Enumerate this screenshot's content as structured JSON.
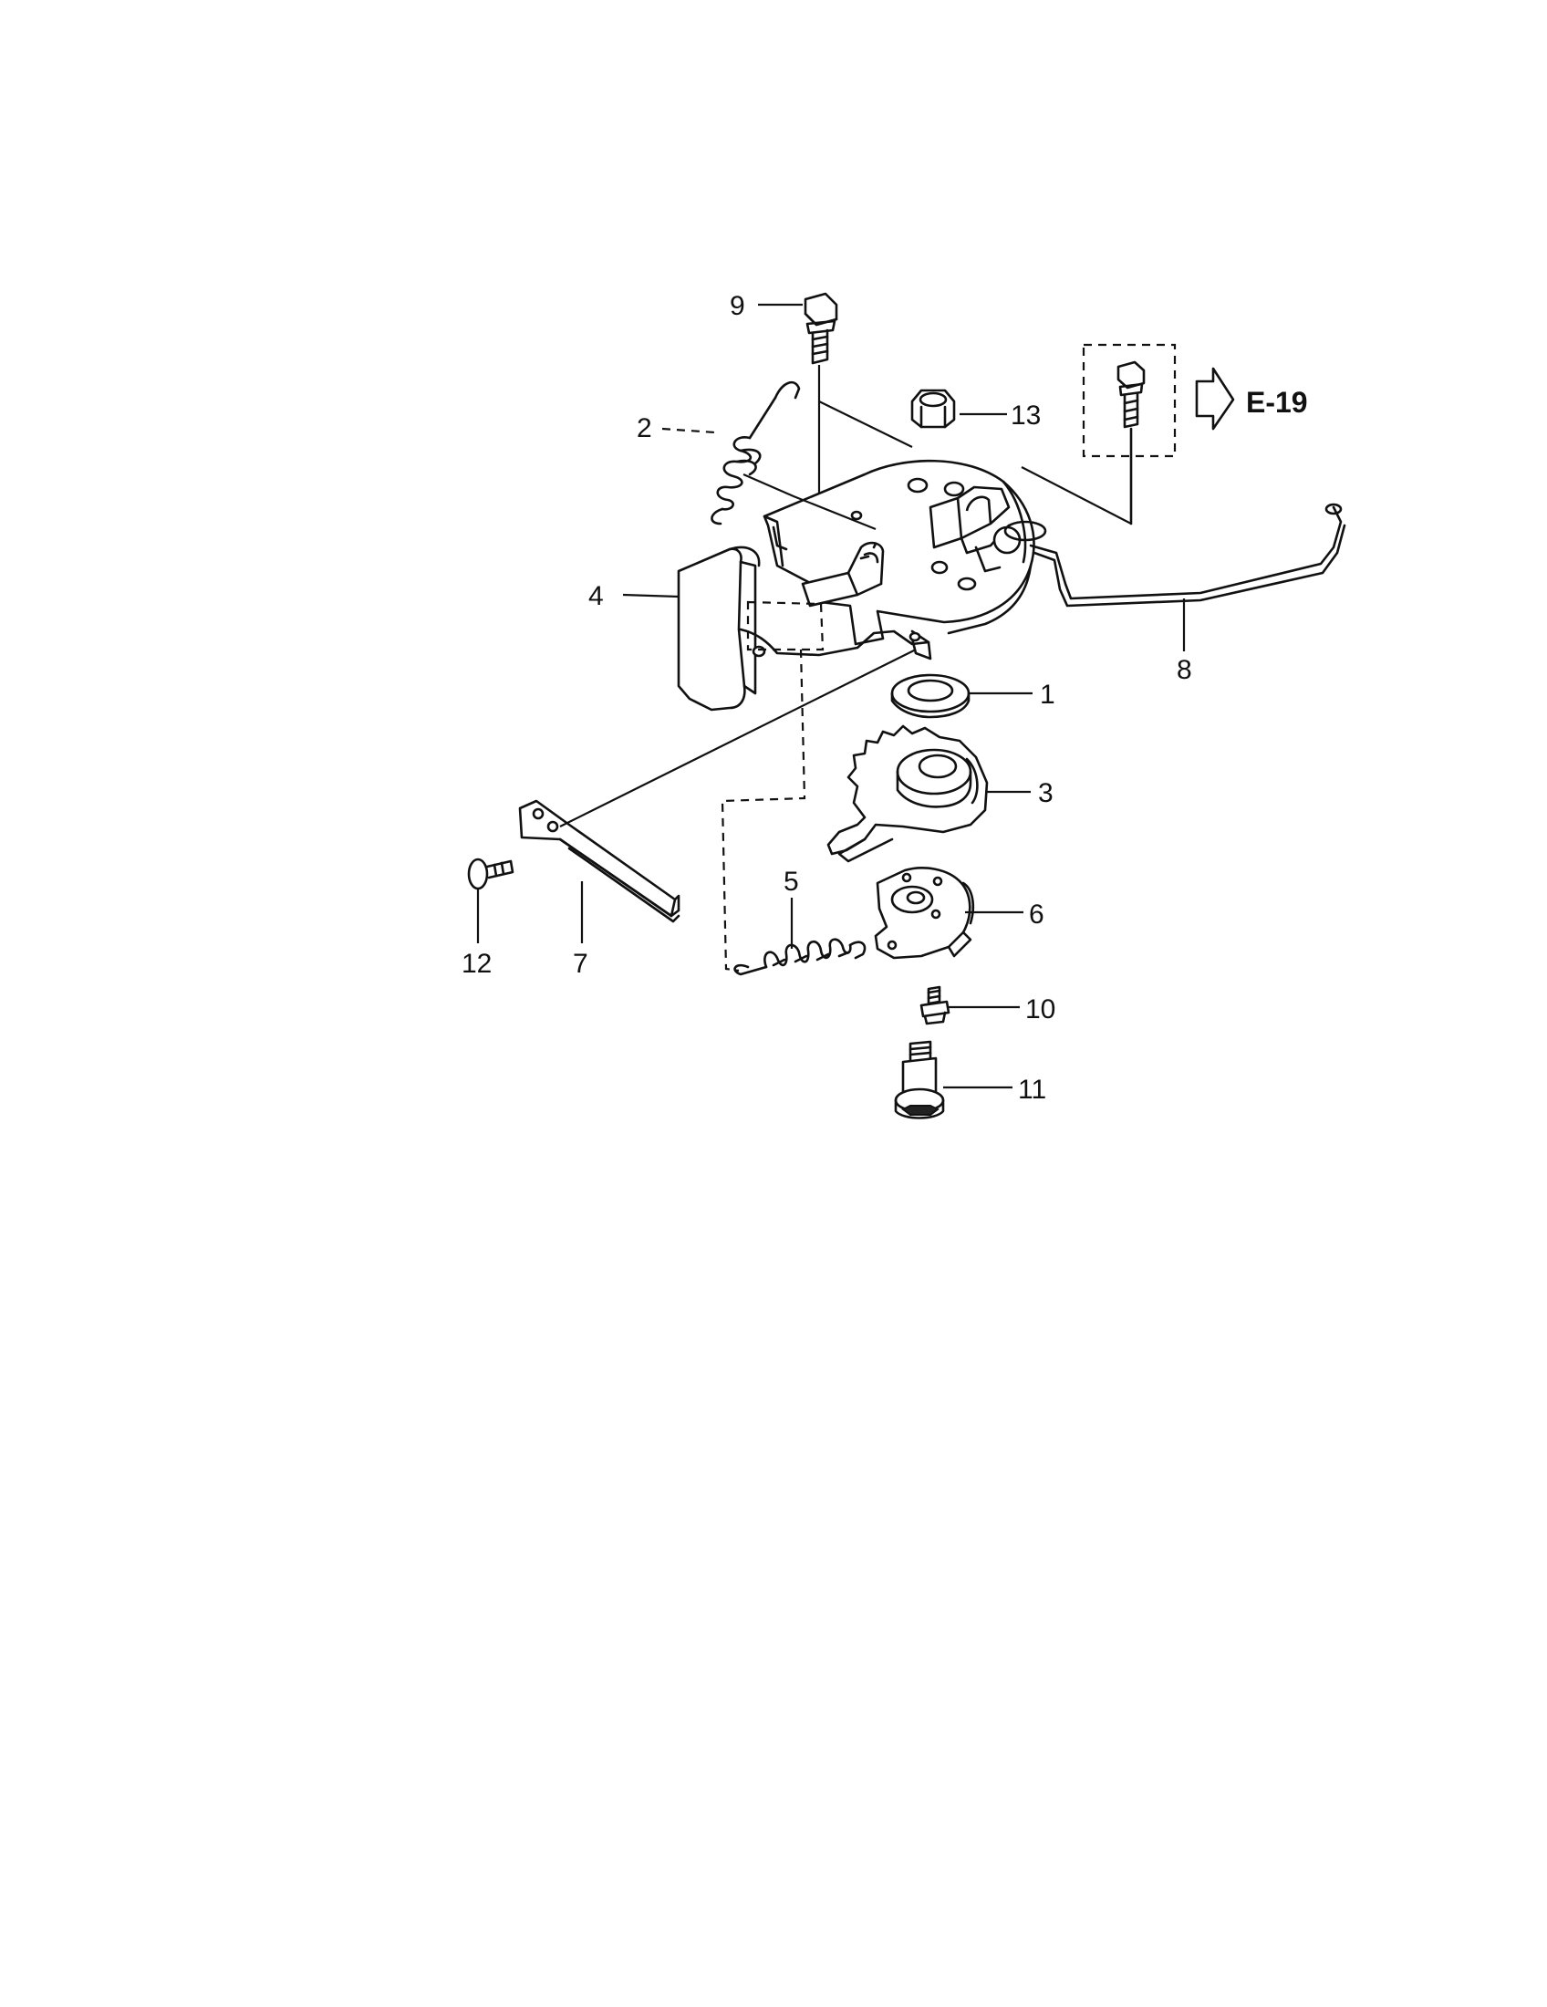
{
  "diagram": {
    "labels": {
      "p1": "1",
      "p2": "2",
      "p3": "3",
      "p4": "4",
      "p5": "5",
      "p6": "6",
      "p7": "7",
      "p8": "8",
      "p9": "9",
      "p10": "10",
      "p11": "11",
      "p12": "12",
      "p13": "13"
    },
    "reference": "E-19"
  }
}
